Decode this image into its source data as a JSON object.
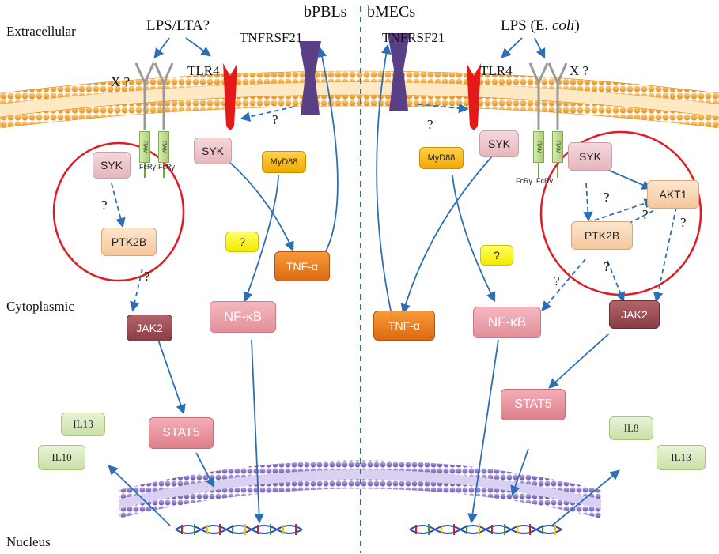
{
  "regions": {
    "extracellular": "Extracellular",
    "cytoplasmic": "Cytoplasmic",
    "nucleus": "Nucleus"
  },
  "cells": {
    "left": "bPBLs",
    "right": "bMECs"
  },
  "ligands": {
    "left": "LPS/LTA?",
    "right_prefix": "LPS (E. ",
    "right_italic": "coli",
    "right_suffix": ")"
  },
  "receptors": {
    "tnfrsf21": "TNFRSF21",
    "tlr4": "TLR4",
    "x": "X ?",
    "itam": "ITAM",
    "fcr": "FcRγ"
  },
  "nodes": {
    "syk": "SYK",
    "ptk2b": "PTK2B",
    "jak2": "JAK2",
    "stat5": "STAT5",
    "nfkb": "NF-κB",
    "tnfa": "TNF-α",
    "myd88": "MyD88",
    "akt1": "AKT1",
    "unknown": "?"
  },
  "cytokines": {
    "il1b": "IL1β",
    "il10": "IL10",
    "il8": "IL8"
  },
  "question": "?",
  "colors": {
    "arrow": "#2e6fb3",
    "circle": "#e01b24",
    "membrane": "#f4a93a",
    "nuclear_membrane": "#8d79c4",
    "tlr4": "#e41a1a",
    "tnfrsf21": "#5a3f86"
  }
}
